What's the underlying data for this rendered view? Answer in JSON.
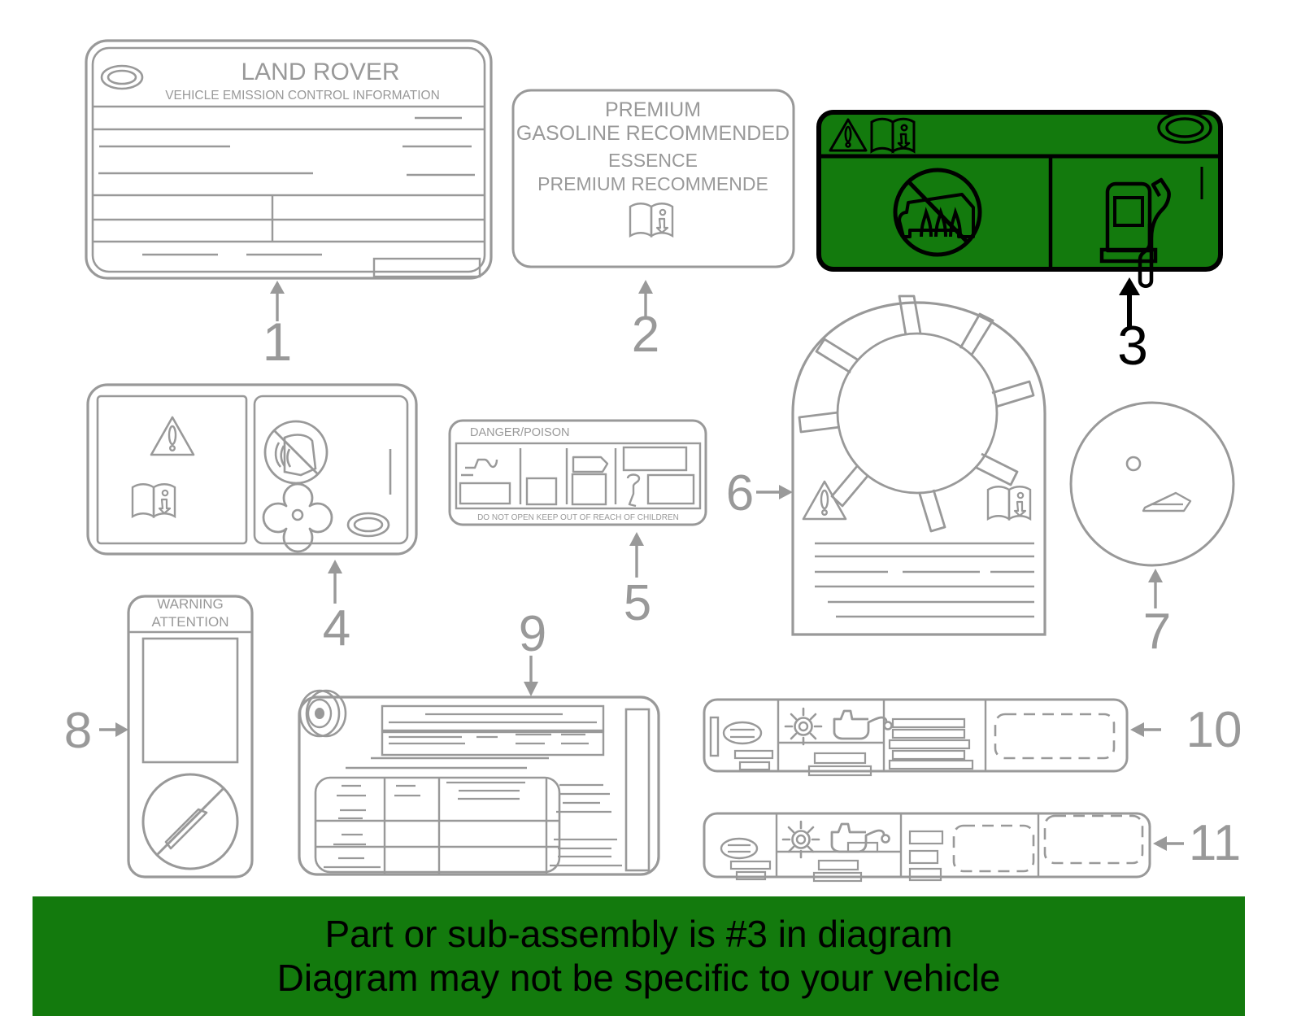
{
  "diagram": {
    "type": "automotive-parts-labels-diagram",
    "stroke_color": "#999999",
    "highlight_fill": "#137A0D",
    "highlight_stroke": "#000000",
    "highlighted_part": "3",
    "background": "#ffffff"
  },
  "banner": {
    "background": "#137A0D",
    "text_color": "#000000",
    "line1": "Part or sub-assembly is #3 in diagram",
    "line2": "Diagram may not be specific to your vehicle"
  },
  "callouts": [
    {
      "number": "1",
      "arrow": "up",
      "highlighted": false
    },
    {
      "number": "2",
      "arrow": "up",
      "highlighted": false
    },
    {
      "number": "3",
      "arrow": "up",
      "highlighted": true
    },
    {
      "number": "4",
      "arrow": "up",
      "highlighted": false
    },
    {
      "number": "5",
      "arrow": "up",
      "highlighted": false
    },
    {
      "number": "6",
      "arrow": "right",
      "highlighted": false
    },
    {
      "number": "7",
      "arrow": "up",
      "highlighted": false
    },
    {
      "number": "8",
      "arrow": "right",
      "highlighted": false
    },
    {
      "number": "9",
      "arrow": "down",
      "highlighted": false
    },
    {
      "number": "10",
      "arrow": "left",
      "highlighted": false
    },
    {
      "number": "11",
      "arrow": "left",
      "highlighted": false
    }
  ],
  "parts": {
    "part1": {
      "name": "vehicle-emission-control-information-label",
      "title": "LAND ROVER",
      "subtitle": "VEHICLE EMISSION CONTROL INFORMATION",
      "icon": "land-rover-oval-logo"
    },
    "part2": {
      "name": "fuel-recommendation-label",
      "line1": "PREMIUM",
      "line2": "GASOLINE RECOMMENDED",
      "line3": "ESSENCE",
      "line4": "PREMIUM RECOMMENDE",
      "icon": "owners-manual-book-icon"
    },
    "part3": {
      "name": "fuel-filler-warning-label-highlighted",
      "icons": [
        "warning-triangle-icon",
        "owners-manual-book-icon",
        "land-rover-oval-logo",
        "no-open-flame-icon",
        "fuel-pump-icon"
      ]
    },
    "part4": {
      "name": "airbag-coolant-warning-label",
      "icons": [
        "warning-triangle-icon",
        "owners-manual-book-icon",
        "no-flame-hand-icon",
        "fan-flower-icon",
        "oval-logo-icon"
      ]
    },
    "part5": {
      "name": "danger-poison-label",
      "heading": "DANGER/POISON",
      "footer": "DO NOT OPEN KEEP OUT OF REACH OF CHILDREN"
    },
    "part6": {
      "name": "cooling-fan-warning-label",
      "icons": [
        "warning-triangle-icon",
        "cooling-fan-icon",
        "owners-manual-book-icon"
      ]
    },
    "part7": {
      "name": "round-caution-disc-label",
      "icons": [
        "small-circle-icon",
        "wedge-shape-icon"
      ]
    },
    "part8": {
      "name": "warning-attention-label",
      "line1": "WARNING",
      "line2": "ATTENTION",
      "icon": "no-entry-slash-icon"
    },
    "part9": {
      "name": "tire-pressure-placard",
      "icons": [
        "tire-icon"
      ]
    },
    "part10": {
      "name": "service-interval-label-a",
      "icons": [
        "oval-icon",
        "bulb-sun-icon",
        "oil-can-icon",
        "dashed-write-in-box"
      ]
    },
    "part11": {
      "name": "service-interval-label-b",
      "icons": [
        "oval-icon",
        "bulb-sun-icon",
        "oil-can-icon",
        "dashed-write-in-box"
      ]
    }
  }
}
